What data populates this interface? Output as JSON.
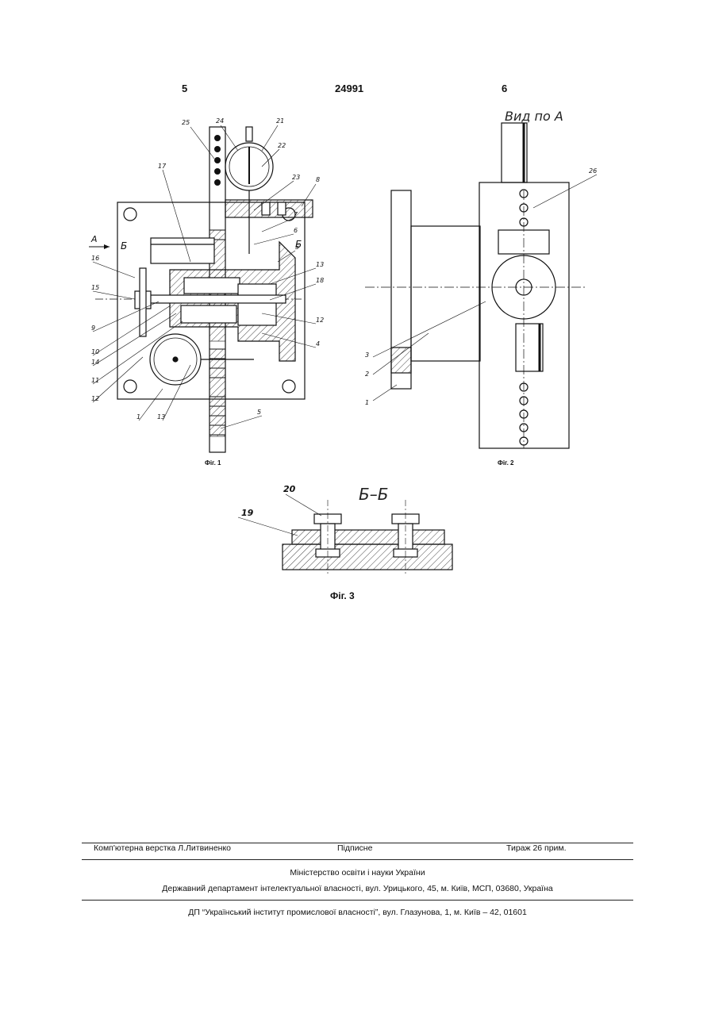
{
  "header": {
    "page_left": "5",
    "patent_number": "24991",
    "page_right": "6"
  },
  "figures": {
    "fig1": {
      "caption": "Фіг. 1",
      "view_arrow": "А",
      "section_marks": [
        "Б",
        "Б"
      ],
      "labels": [
        "25",
        "24",
        "21",
        "22",
        "17",
        "23",
        "8",
        "7",
        "6",
        "5",
        "13",
        "18",
        "16",
        "15",
        "9",
        "10",
        "14",
        "11",
        "12",
        "12",
        "4",
        "1",
        "13",
        "5"
      ]
    },
    "fig2": {
      "caption": "Фіг. 2",
      "view_title": "Вид по А",
      "labels": [
        "26",
        "3",
        "2",
        "1"
      ]
    },
    "fig3": {
      "caption": "Фіг. 3",
      "section_title": "Б–Б",
      "labels": [
        "20",
        "19"
      ]
    }
  },
  "footer": {
    "layout": "Комп'ютерна верстка Л.Литвиненко",
    "signed": "Підписне",
    "circulation": "Тираж 26 прим.",
    "ministry": "Міністерство освіти і науки України",
    "department": "Державний департамент інтелектуальної власності, вул. Урицького, 45, м. Київ, МСП, 03680, Україна",
    "institute": "ДП “Український інститут промислової власності”, вул. Глазунова, 1, м. Київ – 42, 01601"
  }
}
